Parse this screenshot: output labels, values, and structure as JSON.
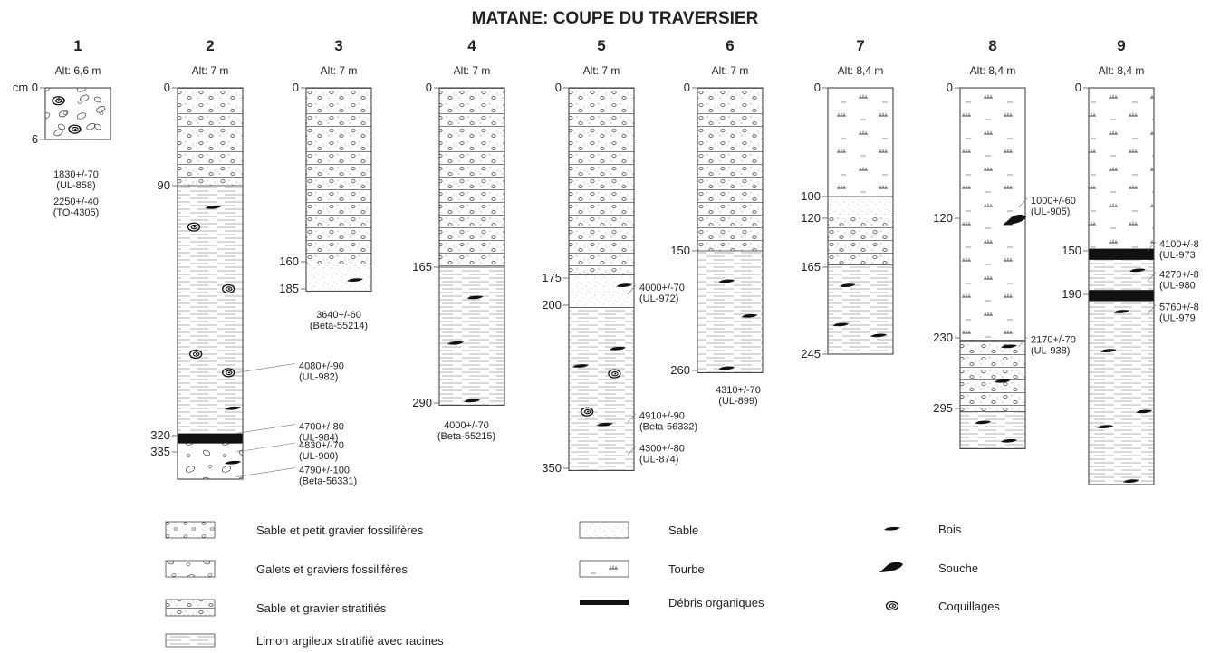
{
  "title": "MATANE: COUPE DU TRAVERSIER",
  "depth_unit_label": "cm 0",
  "columns": [
    {
      "number": "1",
      "alt": "Alt: 6,6 m",
      "depths": [
        {
          "v": 6,
          "label": "6"
        }
      ],
      "layers": [
        {
          "type": "galets",
          "from": 0,
          "to": 6
        }
      ],
      "symbols": [
        {
          "type": "shell",
          "depth": 1.5,
          "pos": 0.2
        },
        {
          "type": "shell",
          "depth": 4.8,
          "pos": 0.45
        },
        {
          "type": "pebble",
          "depth": 1.2,
          "pos": 0.6
        },
        {
          "type": "pebble",
          "depth": 2.5,
          "pos": 0.85
        },
        {
          "type": "pebble",
          "depth": 3.0,
          "pos": 0.28
        },
        {
          "type": "pebble",
          "depth": 4.5,
          "pos": 0.7
        },
        {
          "type": "pebble",
          "depth": 5.2,
          "pos": 0.2
        }
      ],
      "dates": [
        {
          "text": "1830+/-70",
          "lab": "(UL-858)"
        },
        {
          "text": "2250+/-40",
          "lab": "(TO-4305)"
        }
      ]
    },
    {
      "number": "2",
      "alt": "Alt: 7 m",
      "depths": [
        {
          "v": 0,
          "label": "0"
        },
        {
          "v": 90,
          "label": "90"
        },
        {
          "v": 320,
          "label": "320"
        },
        {
          "v": 335,
          "label": "335"
        }
      ],
      "layers": [
        {
          "type": "sablegravier",
          "from": 0,
          "to": 90
        },
        {
          "type": "limon",
          "from": 90,
          "to": 318
        },
        {
          "type": "debris",
          "from": 318,
          "to": 327
        },
        {
          "type": "galets",
          "from": 327,
          "to": 360
        }
      ],
      "symbols": [
        {
          "type": "wood",
          "depth": 110,
          "pos": 0.55
        },
        {
          "type": "shell",
          "depth": 128,
          "pos": 0.25
        },
        {
          "type": "shell",
          "depth": 185,
          "pos": 0.78
        },
        {
          "type": "shell",
          "depth": 245,
          "pos": 0.28
        },
        {
          "type": "shell",
          "depth": 262,
          "pos": 0.78
        },
        {
          "type": "wood",
          "depth": 295,
          "pos": 0.85
        },
        {
          "type": "wood",
          "depth": 345,
          "pos": 0.85
        }
      ],
      "dates": [
        {
          "text": "4080+/-90",
          "lab": "(UL-982)",
          "depth": 262
        },
        {
          "text": "4700+/-80",
          "lab": "(UL-984)",
          "depth": 318
        },
        {
          "text": "4830+/-70",
          "lab": "(UL-900)",
          "depth": 335
        },
        {
          "text": "4790+/-100",
          "lab": "(Beta-56331)",
          "depth": 358
        }
      ]
    },
    {
      "number": "3",
      "alt": "Alt: 7 m",
      "depths": [
        {
          "v": 0,
          "label": "0"
        },
        {
          "v": 160,
          "label": "160"
        },
        {
          "v": 185,
          "label": "185"
        }
      ],
      "layers": [
        {
          "type": "sablegravier",
          "from": 0,
          "to": 162
        },
        {
          "type": "sable",
          "from": 162,
          "to": 187
        }
      ],
      "symbols": [
        {
          "type": "wood",
          "depth": 177,
          "pos": 0.75
        }
      ],
      "dates": [
        {
          "text": "3640+/-60",
          "lab": "(Beta-55214)"
        }
      ]
    },
    {
      "number": "4",
      "alt": "Alt: 7 m",
      "depths": [
        {
          "v": 0,
          "label": "0"
        },
        {
          "v": 165,
          "label": "165"
        },
        {
          "v": 290,
          "label": "290"
        }
      ],
      "layers": [
        {
          "type": "sablegravier",
          "from": 0,
          "to": 165
        },
        {
          "type": "limon",
          "from": 165,
          "to": 292
        }
      ],
      "symbols": [
        {
          "type": "wood",
          "depth": 193,
          "pos": 0.55
        },
        {
          "type": "wood",
          "depth": 235,
          "pos": 0.25
        },
        {
          "type": "wood",
          "depth": 288,
          "pos": 0.5
        }
      ],
      "dates": [
        {
          "text": "4000+/-70",
          "lab": "(Beta-55215)"
        }
      ]
    },
    {
      "number": "5",
      "alt": "Alt: 7 m",
      "depths": [
        {
          "v": 0,
          "label": "0"
        },
        {
          "v": 175,
          "label": "175"
        },
        {
          "v": 200,
          "label": "200"
        },
        {
          "v": 350,
          "label": "350"
        }
      ],
      "layers": [
        {
          "type": "sablegravier",
          "from": 0,
          "to": 172
        },
        {
          "type": "sable",
          "from": 172,
          "to": 202
        },
        {
          "type": "limon",
          "from": 202,
          "to": 352
        }
      ],
      "symbols": [
        {
          "type": "wood",
          "depth": 182,
          "pos": 0.85
        },
        {
          "type": "wood",
          "depth": 240,
          "pos": 0.75
        },
        {
          "type": "wood",
          "depth": 256,
          "pos": 0.18
        },
        {
          "type": "shell",
          "depth": 263,
          "pos": 0.7
        },
        {
          "type": "shell",
          "depth": 298,
          "pos": 0.28
        },
        {
          "type": "wood",
          "depth": 310,
          "pos": 0.55
        }
      ],
      "dates": [
        {
          "text": "4000+/-70",
          "lab": "(UL-972)",
          "depth": 190
        },
        {
          "text": "4910+/-90",
          "lab": "(Beta-56332)",
          "depth": 308
        },
        {
          "text": "4300+/-80",
          "lab": "(UL-874)",
          "depth": 338
        }
      ]
    },
    {
      "number": "6",
      "alt": "Alt: 7 m",
      "depths": [
        {
          "v": 0,
          "label": "0"
        },
        {
          "v": 150,
          "label": "150"
        },
        {
          "v": 260,
          "label": "260"
        }
      ],
      "layers": [
        {
          "type": "sablegravier",
          "from": 0,
          "to": 150
        },
        {
          "type": "limon",
          "from": 150,
          "to": 262
        }
      ],
      "symbols": [
        {
          "type": "wood",
          "depth": 178,
          "pos": 0.45
        },
        {
          "type": "wood",
          "depth": 210,
          "pos": 0.8
        },
        {
          "type": "wood",
          "depth": 258,
          "pos": 0.45
        }
      ],
      "dates": [
        {
          "text": "4310+/-70",
          "lab": "(UL-899)"
        }
      ]
    },
    {
      "number": "7",
      "alt": "Alt: 8,4 m",
      "depths": [
        {
          "v": 0,
          "label": "0"
        },
        {
          "v": 100,
          "label": "100"
        },
        {
          "v": 120,
          "label": "120"
        },
        {
          "v": 165,
          "label": "165"
        },
        {
          "v": 245,
          "label": "245"
        }
      ],
      "layers": [
        {
          "type": "tourbe",
          "from": 0,
          "to": 100
        },
        {
          "type": "sable",
          "from": 100,
          "to": 118
        },
        {
          "type": "sablegravier",
          "from": 118,
          "to": 163
        },
        {
          "type": "limon",
          "from": 163,
          "to": 245
        }
      ],
      "symbols": [
        {
          "type": "wood",
          "depth": 182,
          "pos": 0.3
        },
        {
          "type": "wood",
          "depth": 218,
          "pos": 0.2
        },
        {
          "type": "wood",
          "depth": 228,
          "pos": 0.78
        }
      ],
      "dates": []
    },
    {
      "number": "8",
      "alt": "Alt: 8,4 m",
      "depths": [
        {
          "v": 0,
          "label": "0"
        },
        {
          "v": 120,
          "label": "120"
        },
        {
          "v": 230,
          "label": "230"
        },
        {
          "v": 295,
          "label": "295"
        }
      ],
      "layers": [
        {
          "type": "tourbe",
          "from": 0,
          "to": 232
        },
        {
          "type": "sablegravier",
          "from": 232,
          "to": 298
        },
        {
          "type": "limon",
          "from": 298,
          "to": 332
        }
      ],
      "symbols": [
        {
          "type": "stump",
          "depth": 122,
          "pos": 0.85
        },
        {
          "type": "wood",
          "depth": 238,
          "pos": 0.75
        },
        {
          "type": "wood",
          "depth": 270,
          "pos": 0.65
        },
        {
          "type": "wood",
          "depth": 308,
          "pos": 0.35
        },
        {
          "type": "wood",
          "depth": 325,
          "pos": 0.75
        }
      ],
      "dates": [
        {
          "text": "1000+/-60",
          "lab": "(UL-905)",
          "depth": 110
        },
        {
          "text": "2170+/-70",
          "lab": "(UL-938)",
          "depth": 238
        }
      ]
    },
    {
      "number": "9",
      "alt": "Alt: 8,4 m",
      "depths": [
        {
          "v": 0,
          "label": "0"
        },
        {
          "v": 150,
          "label": "150"
        },
        {
          "v": 190,
          "label": "190"
        }
      ],
      "layers": [
        {
          "type": "tourbe",
          "from": 0,
          "to": 148
        },
        {
          "type": "debris",
          "from": 148,
          "to": 158
        },
        {
          "type": "limon",
          "from": 158,
          "to": 186
        },
        {
          "type": "debris",
          "from": 186,
          "to": 196
        },
        {
          "type": "limon",
          "from": 196,
          "to": 365
        }
      ],
      "symbols": [
        {
          "type": "wood",
          "depth": 168,
          "pos": 0.75
        },
        {
          "type": "wood",
          "depth": 206,
          "pos": 0.5
        },
        {
          "type": "wood",
          "depth": 242,
          "pos": 0.3
        },
        {
          "type": "wood",
          "depth": 298,
          "pos": 0.85
        },
        {
          "type": "wood",
          "depth": 312,
          "pos": 0.25
        },
        {
          "type": "wood",
          "depth": 362,
          "pos": 0.65
        }
      ],
      "dates": [
        {
          "text": "4100+/-8",
          "lab": "(UL-973",
          "depth": 150
        },
        {
          "text": "4270+/-8",
          "lab": "(UL-980",
          "depth": 178
        },
        {
          "text": "5760+/-8",
          "lab": "(UL-979",
          "depth": 208
        }
      ]
    }
  ],
  "legend": [
    {
      "type": "sablegravier_fossil",
      "label": "Sable et petit gravier fossilifères"
    },
    {
      "type": "galets",
      "label": "Galets et graviers fossilifères"
    },
    {
      "type": "sablegravier",
      "label": "Sable et gravier stratifiés"
    },
    {
      "type": "limon",
      "label": "Limon argileux stratifié avec racines"
    },
    {
      "type": "sable",
      "label": "Sable"
    },
    {
      "type": "tourbe",
      "label": "Tourbe"
    },
    {
      "type": "debris",
      "label": "Débris organiques"
    },
    {
      "type": "wood",
      "label": "Bois"
    },
    {
      "type": "stump",
      "label": "Souche"
    },
    {
      "type": "shell",
      "label": "Coquillages"
    }
  ]
}
